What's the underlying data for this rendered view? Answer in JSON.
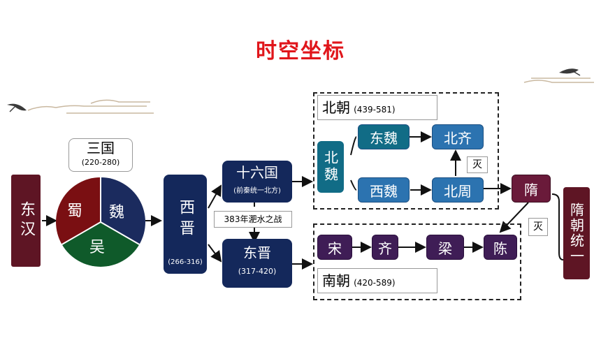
{
  "title": "时空坐标",
  "east_han": "东汉",
  "three_kingdoms": {
    "label": "三国",
    "years": "(220-280)",
    "shu": "蜀",
    "wei": "魏",
    "wu": "吴"
  },
  "western_jin": {
    "label": "西晋",
    "years": "(266-316)"
  },
  "sixteen_kingdoms": {
    "label": "十六国",
    "note": "(前秦统一北方)"
  },
  "battle": "383年淝水之战",
  "eastern_jin": {
    "label": "东晋",
    "years": "(317-420)"
  },
  "northern_dynasties": {
    "label": "北朝",
    "years": "(439-581)",
    "northern_wei": "北魏",
    "eastern_wei": "东魏",
    "northern_qi": "北齐",
    "western_wei": "西魏",
    "northern_zhou": "北周",
    "destroy": "灭"
  },
  "southern_dynasties": {
    "label": "南朝",
    "years": "(420-589)",
    "song": "宋",
    "qi": "齐",
    "liang": "梁",
    "chen": "陈"
  },
  "sui": "隋",
  "destroy2": "灭",
  "sui_unify": "隋朝统一",
  "colors": {
    "title": "#e0161b",
    "navy": "#14285b",
    "teal": "#116c86",
    "blue": "#2c73b0",
    "purple": "#3f1d56",
    "maroon": "#5e1524",
    "shu": "#7a0f12",
    "wei": "#1b2b5e",
    "wu": "#0f5a2a"
  }
}
